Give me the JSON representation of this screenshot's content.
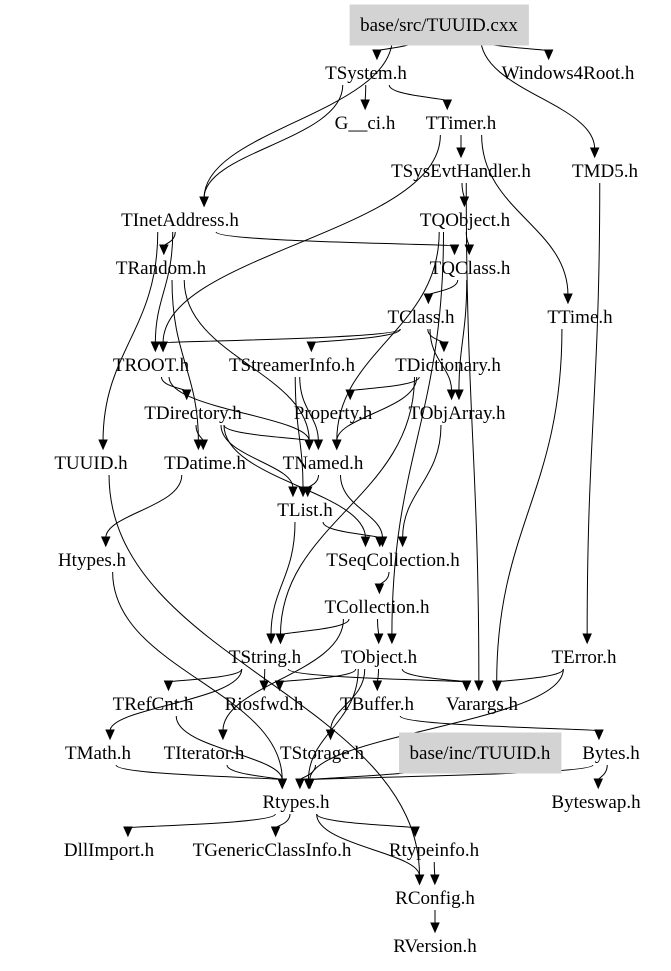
{
  "diagram": {
    "type": "include-dependency-graph",
    "highlight_fill": "#d3d3d3",
    "nodes": [
      {
        "id": "root",
        "label": "base/src/TUUID.cxx",
        "highlighted": true
      },
      {
        "id": "TSystem",
        "label": "TSystem.h"
      },
      {
        "id": "Windows4Root",
        "label": "Windows4Root.h"
      },
      {
        "id": "G__ci",
        "label": "G__ci.h"
      },
      {
        "id": "TTimer",
        "label": "TTimer.h"
      },
      {
        "id": "TSysEvtHandler",
        "label": "TSysEvtHandler.h"
      },
      {
        "id": "TMD5",
        "label": "TMD5.h"
      },
      {
        "id": "TInetAddress",
        "label": "TInetAddress.h"
      },
      {
        "id": "TQObject",
        "label": "TQObject.h"
      },
      {
        "id": "TRandom",
        "label": "TRandom.h"
      },
      {
        "id": "TQClass",
        "label": "TQClass.h"
      },
      {
        "id": "TClass",
        "label": "TClass.h"
      },
      {
        "id": "TTime",
        "label": "TTime.h"
      },
      {
        "id": "TROOT",
        "label": "TROOT.h"
      },
      {
        "id": "TStreamerInfo",
        "label": "TStreamerInfo.h"
      },
      {
        "id": "TDictionary",
        "label": "TDictionary.h"
      },
      {
        "id": "TDirectory",
        "label": "TDirectory.h"
      },
      {
        "id": "Property",
        "label": "Property.h"
      },
      {
        "id": "TObjArray",
        "label": "TObjArray.h"
      },
      {
        "id": "TUUID",
        "label": "TUUID.h"
      },
      {
        "id": "TDatime",
        "label": "TDatime.h"
      },
      {
        "id": "TNamed",
        "label": "TNamed.h"
      },
      {
        "id": "TList",
        "label": "TList.h"
      },
      {
        "id": "Htypes",
        "label": "Htypes.h"
      },
      {
        "id": "TSeqCollection",
        "label": "TSeqCollection.h"
      },
      {
        "id": "TCollection",
        "label": "TCollection.h"
      },
      {
        "id": "TString",
        "label": "TString.h"
      },
      {
        "id": "TObject",
        "label": "TObject.h"
      },
      {
        "id": "TError",
        "label": "TError.h"
      },
      {
        "id": "TRefCnt",
        "label": "TRefCnt.h"
      },
      {
        "id": "Riosfwd",
        "label": "Riosfwd.h"
      },
      {
        "id": "TBuffer",
        "label": "TBuffer.h"
      },
      {
        "id": "Varargs",
        "label": "Varargs.h"
      },
      {
        "id": "TMath",
        "label": "TMath.h"
      },
      {
        "id": "TIterator",
        "label": "TIterator.h"
      },
      {
        "id": "TStorage",
        "label": "TStorage.h"
      },
      {
        "id": "incTUUID",
        "label": "base/inc/TUUID.h",
        "highlighted": true
      },
      {
        "id": "Bytes",
        "label": "Bytes.h"
      },
      {
        "id": "Rtypes",
        "label": "Rtypes.h"
      },
      {
        "id": "Byteswap",
        "label": "Byteswap.h"
      },
      {
        "id": "DllImport",
        "label": "DllImport.h"
      },
      {
        "id": "TGenericClassInfo",
        "label": "TGenericClassInfo.h"
      },
      {
        "id": "Rtypeinfo",
        "label": "Rtypeinfo.h"
      },
      {
        "id": "RConfig",
        "label": "RConfig.h"
      },
      {
        "id": "RVersion",
        "label": "RVersion.h"
      }
    ],
    "edges": [
      [
        "root",
        "TSystem"
      ],
      [
        "root",
        "Windows4Root"
      ],
      [
        "root",
        "TInetAddress"
      ],
      [
        "root",
        "TMD5"
      ],
      [
        "TSystem",
        "G__ci"
      ],
      [
        "TSystem",
        "TTimer"
      ],
      [
        "TSystem",
        "TInetAddress"
      ],
      [
        "TTimer",
        "TSysEvtHandler"
      ],
      [
        "TTimer",
        "TTime"
      ],
      [
        "TTimer",
        "TROOT"
      ],
      [
        "TSysEvtHandler",
        "TQObject"
      ],
      [
        "TSysEvtHandler",
        "Varargs"
      ],
      [
        "TQObject",
        "TQClass"
      ],
      [
        "TQObject",
        "TNamed"
      ],
      [
        "TQObject",
        "TObject"
      ],
      [
        "TInetAddress",
        "TRandom"
      ],
      [
        "TInetAddress",
        "TROOT"
      ],
      [
        "TInetAddress",
        "TQClass"
      ],
      [
        "TInetAddress",
        "TUUID"
      ],
      [
        "TRandom",
        "TNamed"
      ],
      [
        "TRandom",
        "TDatime"
      ],
      [
        "TQClass",
        "TClass"
      ],
      [
        "TQClass",
        "TObjArray"
      ],
      [
        "TClass",
        "TROOT"
      ],
      [
        "TClass",
        "TStreamerInfo"
      ],
      [
        "TClass",
        "TDictionary"
      ],
      [
        "TClass",
        "TObjArray"
      ],
      [
        "TROOT",
        "TDirectory"
      ],
      [
        "TROOT",
        "TNamed"
      ],
      [
        "TStreamerInfo",
        "TNamed"
      ],
      [
        "TStreamerInfo",
        "TList"
      ],
      [
        "TDictionary",
        "Property"
      ],
      [
        "TDictionary",
        "TNamed"
      ],
      [
        "TDictionary",
        "TString"
      ],
      [
        "TDirectory",
        "TDatime"
      ],
      [
        "TDirectory",
        "TNamed"
      ],
      [
        "TDirectory",
        "TList"
      ],
      [
        "TDirectory",
        "TSeqCollection"
      ],
      [
        "TObjArray",
        "TSeqCollection"
      ],
      [
        "TNamed",
        "TList"
      ],
      [
        "TNamed",
        "TSeqCollection"
      ],
      [
        "TDatime",
        "Htypes"
      ],
      [
        "TList",
        "TSeqCollection"
      ],
      [
        "TList",
        "TString"
      ],
      [
        "TSeqCollection",
        "TCollection"
      ],
      [
        "TCollection",
        "TObject"
      ],
      [
        "TCollection",
        "TString"
      ],
      [
        "TCollection",
        "TIterator"
      ],
      [
        "TString",
        "TRefCnt"
      ],
      [
        "TString",
        "Riosfwd"
      ],
      [
        "TString",
        "TMath"
      ],
      [
        "TString",
        "Varargs"
      ],
      [
        "TObject",
        "TBuffer"
      ],
      [
        "TObject",
        "Riosfwd"
      ],
      [
        "TObject",
        "Varargs"
      ],
      [
        "TObject",
        "TStorage"
      ],
      [
        "TObject",
        "Rtypes"
      ],
      [
        "TBuffer",
        "Bytes"
      ],
      [
        "TError",
        "Varargs"
      ],
      [
        "TError",
        "Rtypes"
      ],
      [
        "TMD5",
        "TError"
      ],
      [
        "TTime",
        "Varargs"
      ],
      [
        "Bytes",
        "Byteswap"
      ],
      [
        "Bytes",
        "Rtypes"
      ],
      [
        "incTUUID",
        "Rtypes"
      ],
      [
        "TMath",
        "Rtypes"
      ],
      [
        "TIterator",
        "Rtypes"
      ],
      [
        "TStorage",
        "Rtypes"
      ],
      [
        "Htypes",
        "Rtypes"
      ],
      [
        "TRefCnt",
        "Rtypes"
      ],
      [
        "Rtypes",
        "DllImport"
      ],
      [
        "Rtypes",
        "TGenericClassInfo"
      ],
      [
        "Rtypes",
        "Rtypeinfo"
      ],
      [
        "Rtypes",
        "RConfig"
      ],
      [
        "Rtypeinfo",
        "RConfig"
      ],
      [
        "RConfig",
        "RVersion"
      ],
      [
        "TUUID",
        "RConfig"
      ]
    ]
  }
}
